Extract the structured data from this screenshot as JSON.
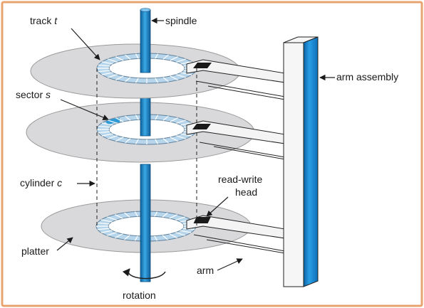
{
  "diagram": {
    "labels": {
      "track_prefix": "track ",
      "track_var": "t",
      "spindle": "spindle",
      "arm_assembly": "arm assembly",
      "sector_prefix": "sector ",
      "sector_var": "s",
      "cylinder_prefix": "cylinder ",
      "cylinder_var": "c",
      "read_write_line1": "read-write",
      "read_write_line2": "head",
      "platter": "platter",
      "arm": "arm",
      "rotation": "rotation"
    },
    "colors": {
      "frame_border": "#e8a470",
      "platter_fill": "#d9d9dc",
      "platter_stroke": "#9a9a9a",
      "track_band": "#b7d6ec",
      "sector_highlight": "#2e9bd6",
      "spindle_blue": "#1f90d0",
      "arm_assembly_blue": "#1e8fd8",
      "head_fill": "#1a1a1a",
      "text": "#1a1a1a"
    }
  }
}
